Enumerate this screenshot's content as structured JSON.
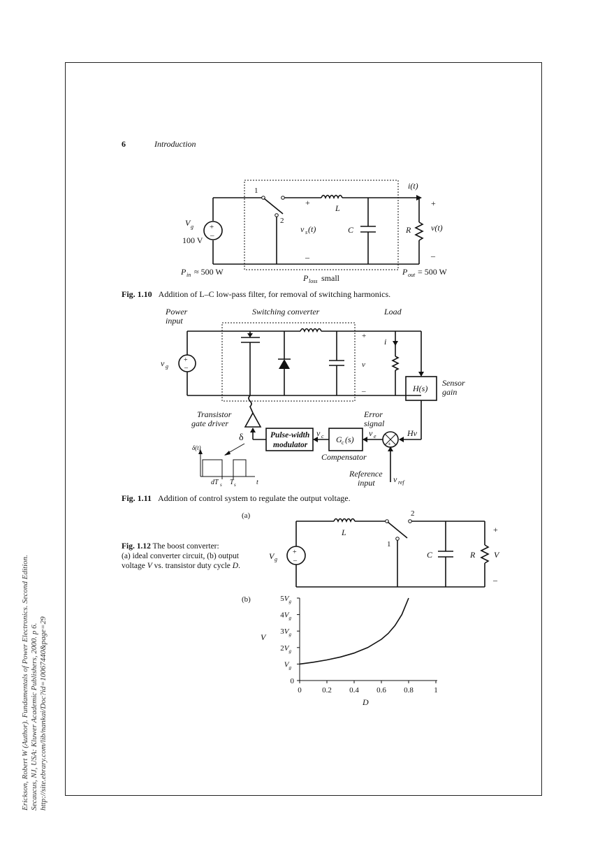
{
  "page": {
    "number": "6",
    "running_head": "Introduction"
  },
  "side_note": {
    "line1": "Erickson, Robert W (Author). Fundamentals of Power Electronics. Second Edition.",
    "line2": "Secaucus, NJ, USA: Kluwer Academic Publishers, 2000. p 6.",
    "line3": "http://site.ebrary.com/lib/nankai/Doc?id=10067440&page=29"
  },
  "fig110": {
    "caption_num": "Fig.  1.10",
    "caption_text": "Addition of L–C low-pass filter, for removal of switching harmonics.",
    "labels": {
      "vg": "V",
      "vg_sub": "g",
      "vg_value": "100 V",
      "sw1": "1",
      "sw2": "2",
      "plus_mid": "+",
      "minus_mid": "–",
      "vs": "v",
      "vs_sub": "s",
      "vs_t": "(t)",
      "L": "L",
      "C": "C",
      "R": "R",
      "it": "i(t)",
      "vt": "v(t)",
      "plus_out": "+",
      "minus_out": "–",
      "pin": "P",
      "pin_sub": "in",
      "pin_val": "≈ 500 W",
      "ploss": "P",
      "ploss_sub": "loss",
      "ploss_val": "small",
      "pout": "P",
      "pout_sub": "out",
      "pout_val": "= 500 W"
    }
  },
  "fig111": {
    "caption_num": "Fig.  1.11",
    "caption_text": "Addition of control system to regulate the output voltage.",
    "labels": {
      "power_input_1": "Power",
      "power_input_2": "input",
      "switching_converter": "Switching converter",
      "load": "Load",
      "vg": "v",
      "vg_sub": "g",
      "plus": "+",
      "v": "v",
      "minus": "–",
      "i": "i",
      "hs": "H(s)",
      "sensor_1": "Sensor",
      "sensor_2": "gain",
      "transistor_1": "Transistor",
      "transistor_2": "gate driver",
      "delta": "δ",
      "pwm_1": "Pulse-width",
      "pwm_2": "modulator",
      "vc": "v",
      "vc_sub": "c",
      "gc": "G",
      "gc_sub": "c",
      "gc_s": "(s)",
      "compensator": "Compensator",
      "ve": "v",
      "ve_sub": "e",
      "error_1": "Error",
      "error_2": "signal",
      "hv": "Hv",
      "reference_1": "Reference",
      "reference_2": "input",
      "vref": "v",
      "vref_sub": "ref",
      "delta_t": "δ(t)",
      "dts": "dT",
      "dts_sub": "s",
      "ts": "T",
      "ts_sub": "s",
      "t": "t"
    }
  },
  "fig112": {
    "caption_num": "Fig.   1.12",
    "caption_rest": "The boost converter:",
    "caption_line2": "(a) ideal converter circuit, (b) output",
    "caption_line3_a": "voltage ",
    "caption_line3_v": "V",
    "caption_line3_b": " vs. transistor duty cycle ",
    "caption_line3_d": "D",
    "caption_line3_e": ".",
    "part_a": "(a)",
    "part_b": "(b)",
    "labels": {
      "L": "L",
      "sw1": "1",
      "sw2": "2",
      "vg": "V",
      "vg_sub": "g",
      "C": "C",
      "R": "R",
      "V": "V",
      "plus": "+",
      "minus": "–"
    }
  },
  "chart_data": {
    "type": "line",
    "xlabel": "D",
    "ylabel": "V",
    "xlim": [
      0,
      1
    ],
    "ylim": [
      0,
      5
    ],
    "x_ticks": [
      "0",
      "0.2",
      "0.4",
      "0.6",
      "0.8",
      "1"
    ],
    "y_ticks": [
      {
        "coef": "",
        "sub": "",
        "text": "0"
      },
      {
        "coef": "",
        "sub": "g",
        "text": "V"
      },
      {
        "coef": "2",
        "sub": "g",
        "text": "V"
      },
      {
        "coef": "3",
        "sub": "g",
        "text": "V"
      },
      {
        "coef": "4",
        "sub": "g",
        "text": "V"
      },
      {
        "coef": "5",
        "sub": "g",
        "text": "V"
      }
    ],
    "series": [
      {
        "x": [
          0,
          0.1,
          0.2,
          0.3,
          0.4,
          0.5,
          0.6,
          0.65,
          0.7,
          0.75,
          0.8
        ],
        "y": [
          1,
          1.111,
          1.25,
          1.429,
          1.667,
          2,
          2.5,
          2.857,
          3.333,
          4,
          5
        ]
      }
    ]
  }
}
